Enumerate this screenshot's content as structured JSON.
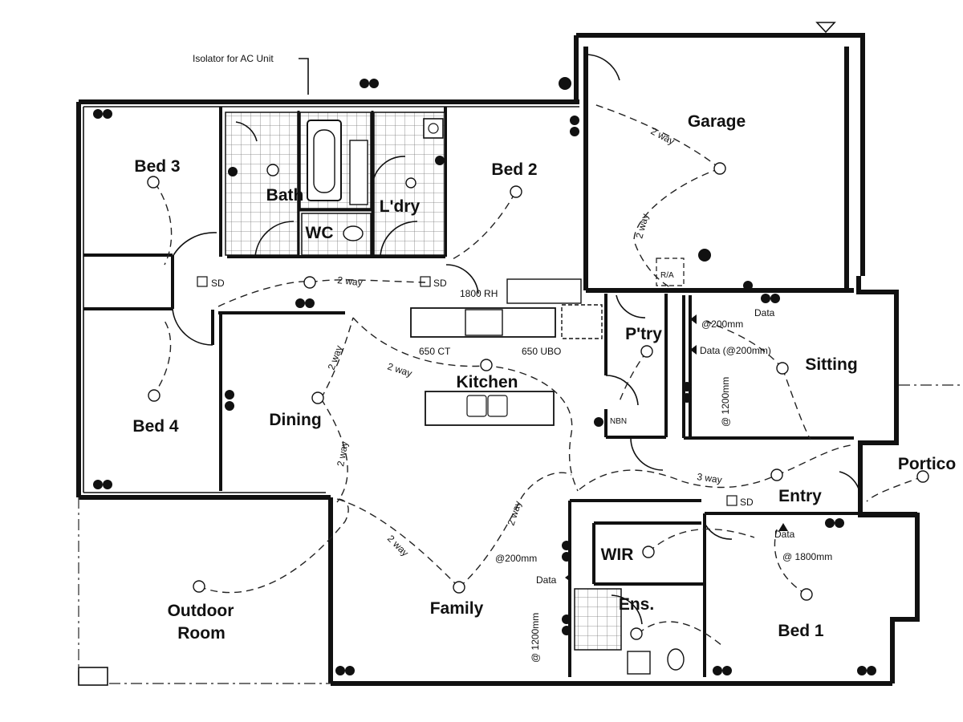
{
  "rooms": {
    "bed3": "Bed 3",
    "bath": "Bath",
    "wc": "WC",
    "laundry": "L'dry",
    "bed2": "Bed 2",
    "garage": "Garage",
    "bed4": "Bed 4",
    "dining": "Dining",
    "kitchen": "Kitchen",
    "pantry": "P'try",
    "sitting": "Sitting",
    "portico": "Portico",
    "entry": "Entry",
    "wir": "WIR",
    "ensuite": "Ens.",
    "bed1": "Bed 1",
    "family": "Family",
    "outdoor_line1": "Outdoor",
    "outdoor_line2": "Room"
  },
  "annotations": {
    "isolator": "Isolator for AC Unit",
    "ra": "R/A",
    "sd": "SD",
    "rh": "1800 RH",
    "ct": "650 CT",
    "ubo": "650 UBO",
    "nbn": "NBN",
    "data": "Data",
    "data_200": "Data (@200mm)",
    "at200": "@200mm",
    "at1200": "@ 1200mm",
    "at1800": "@ 1800mm",
    "two_way": "2 way",
    "three_way": "3 way"
  }
}
